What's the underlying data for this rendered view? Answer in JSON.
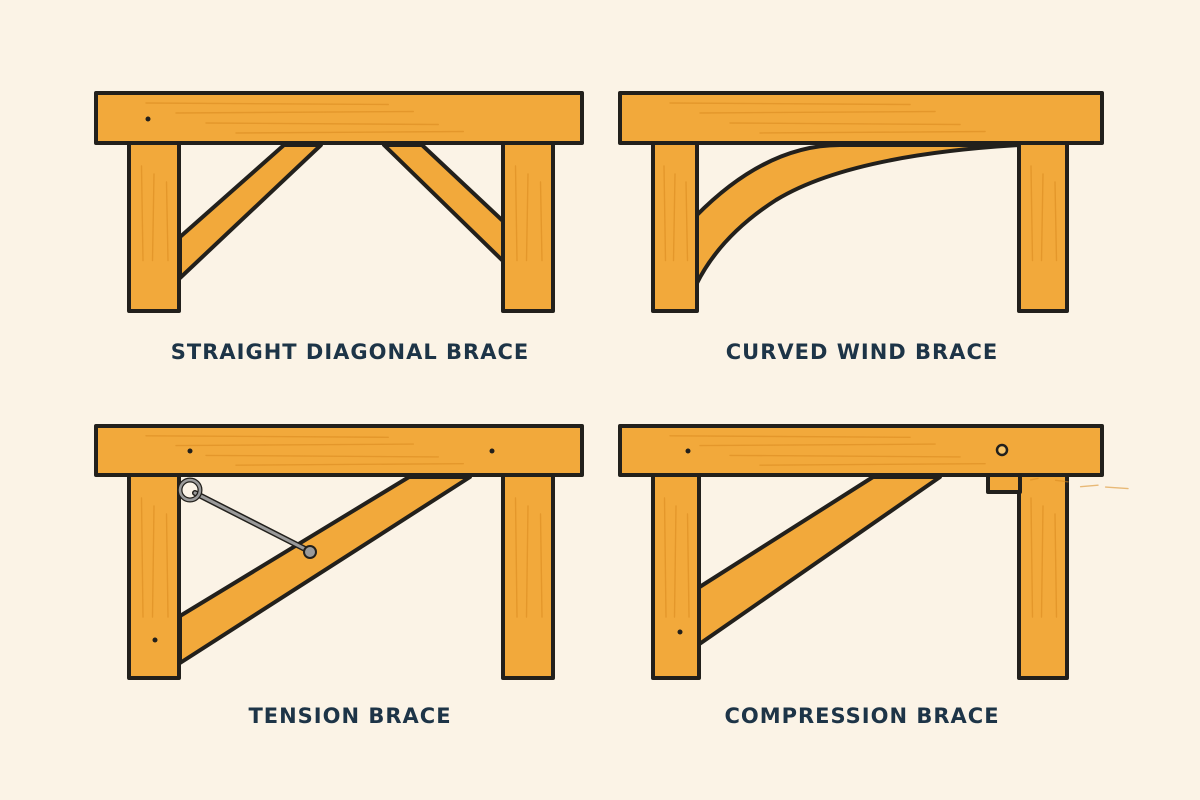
{
  "colors": {
    "background": "#fbf3e6",
    "wood": "#f2a93b",
    "wood_grain": "#d98a1e",
    "wood_highlight": "#f8c56a",
    "outline": "#22201c",
    "metal": "#9a9a9a",
    "text": "#1d3447"
  },
  "panels": [
    {
      "id": "straight-diagonal",
      "label": "STRAIGHT DIAGONAL BRACE"
    },
    {
      "id": "curved-wind",
      "label": "CURVED WIND BRACE"
    },
    {
      "id": "tension",
      "label": "TENSION BRACE"
    },
    {
      "id": "compression",
      "label": "COMPRESSION BRACE"
    }
  ]
}
